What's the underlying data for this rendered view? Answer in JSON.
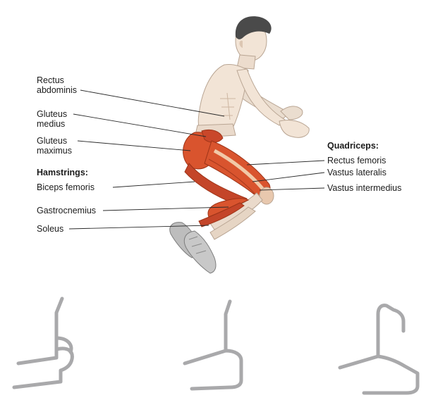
{
  "labels": {
    "rectus_abdominis_1": "Rectus",
    "rectus_abdominis_2": "abdominis",
    "gluteus_medius_1": "Gluteus",
    "gluteus_medius_2": "medius",
    "gluteus_maximus_1": "Gluteus",
    "gluteus_maximus_2": "maximus",
    "hamstrings_heading": "Hamstrings:",
    "biceps_femoris": "Biceps femoris",
    "gastrocnemius": "Gastrocnemius",
    "soleus": "Soleus",
    "quadriceps_heading": "Quadriceps:",
    "rectus_femoris": "Rectus femoris",
    "vastus_lateralis": "Vastus lateralis",
    "vastus_intermedius": "Vastus intermedius"
  },
  "colors": {
    "muscle": "#d9542e",
    "muscle_dark": "#b83b1c",
    "skin": "#f2e4d6",
    "skin_shade": "#dcc6b2",
    "hair": "#4a4a4a",
    "hurdle": "#a9a9ab",
    "leader_line": "#2a2a2a",
    "shoe": "#bdbdbd"
  }
}
